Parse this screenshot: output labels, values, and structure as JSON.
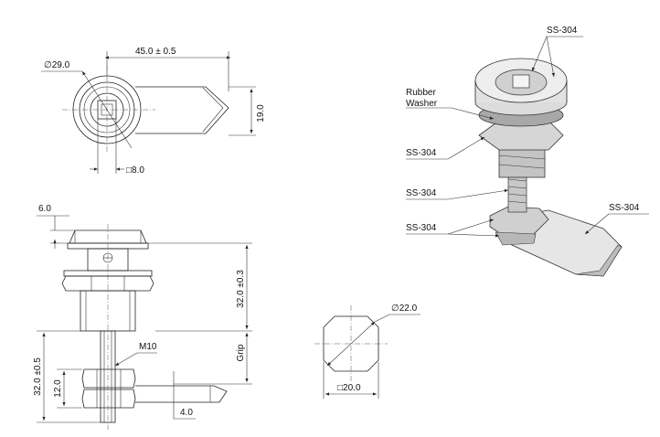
{
  "top_view": {
    "width_dim": "45.0 ± 0.5",
    "diameter_dim": "∅29.0",
    "height_dim": "19.0",
    "square_dim": "□8.0"
  },
  "side_view": {
    "dim_head": "6.0",
    "dim_length": "32.0 ±0.3",
    "dim_thread": "M10",
    "dim_grip": "Grip",
    "dim_overall": "32.0 ±0.5",
    "dim_nut": "12.0",
    "dim_cam": "4.0"
  },
  "hole_view": {
    "diameter_dim": "∅22.0",
    "flat_dim": "□20.0"
  },
  "iso_view": {
    "callouts": [
      "SS-304",
      "Rubber",
      "Washer",
      "SS-304",
      "SS-304",
      "SS-304",
      "SS-304"
    ]
  }
}
